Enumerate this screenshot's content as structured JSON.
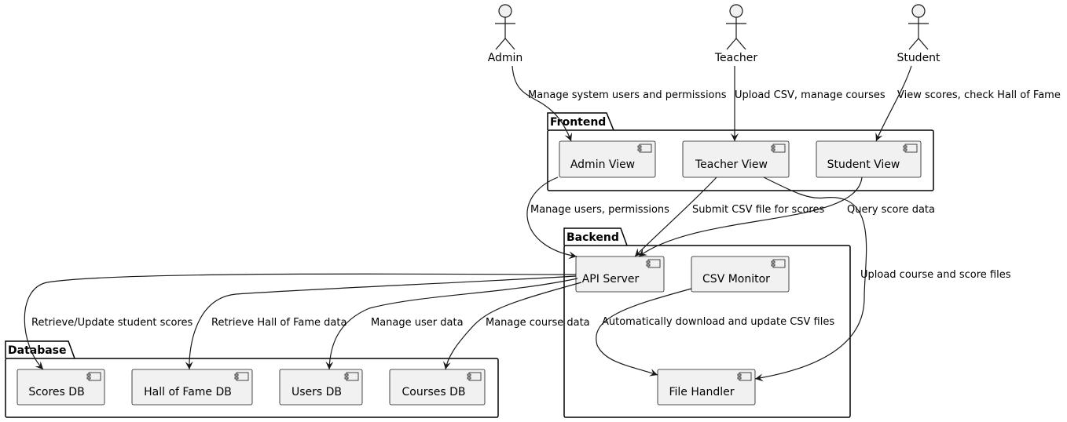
{
  "colors": {
    "node_fill": "#f1f1f1",
    "stroke": "#181818",
    "background": "#ffffff"
  },
  "actors": {
    "admin": "Admin",
    "teacher": "Teacher",
    "student": "Student"
  },
  "packages": {
    "frontend": "Frontend",
    "backend": "Backend",
    "database": "Database"
  },
  "components": {
    "admin_view": "Admin View",
    "teacher_view": "Teacher View",
    "student_view": "Student View",
    "api_server": "API Server",
    "csv_monitor": "CSV Monitor",
    "file_handler": "File Handler",
    "scores_db": "Scores DB",
    "hall_of_fame_db": "Hall of Fame DB",
    "users_db": "Users DB",
    "courses_db": "Courses DB"
  },
  "edges": {
    "admin_to_admin_view": "Manage system users and permissions",
    "teacher_to_teacher_view": "Upload CSV, manage courses",
    "student_to_student_view": "View scores, check Hall of Fame",
    "admin_view_to_api": "Manage users, permissions",
    "teacher_view_to_api": "Submit CSV file for scores",
    "student_view_to_api": "Query score data",
    "teacher_view_to_file_handler": "Upload course and score files",
    "csv_monitor_to_file_handler": "Automatically download and update CSV files",
    "api_to_scores_db": "Retrieve/Update student scores",
    "api_to_hall_of_fame_db": "Retrieve Hall of Fame data",
    "api_to_users_db": "Manage user data",
    "api_to_courses_db": "Manage course data"
  }
}
